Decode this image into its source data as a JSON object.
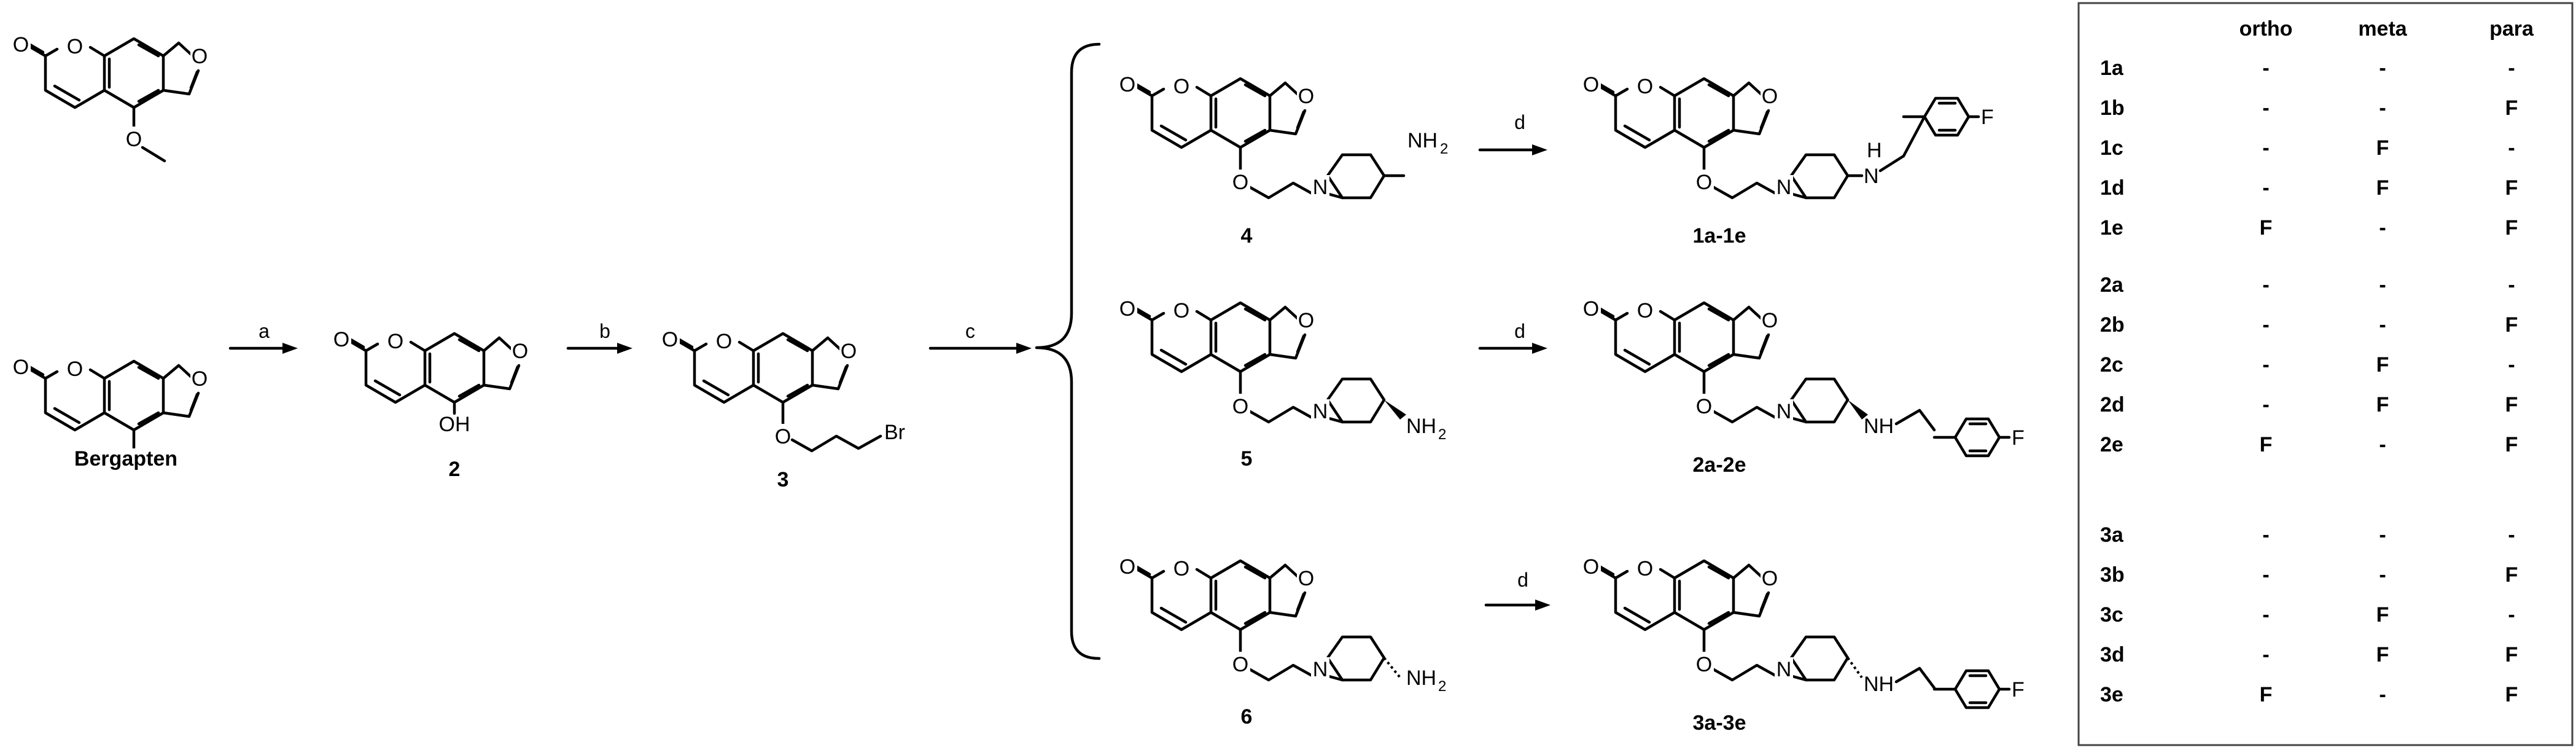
{
  "conditions": {
    "a": "a",
    "b": "b",
    "c": "c",
    "d1": "d",
    "d2": "d",
    "d3": "d"
  },
  "labels": {
    "bergapten": "Bergapten",
    "c2": "2",
    "c3": "3",
    "c4": "4",
    "c5": "5",
    "c6": "6",
    "p1": "1a-1e",
    "p2": "2a-2e",
    "p3": "3a-3e"
  },
  "atoms": {
    "O": "O",
    "OH": "OH",
    "Br": "Br",
    "N": "N",
    "NH": "NH",
    "H": "H",
    "NH2": "NH",
    "sub2": "2",
    "F": "F"
  },
  "table": {
    "columns": [
      "ortho",
      "meta",
      "para"
    ],
    "groups": [
      [
        {
          "id": "1a",
          "ortho": "-",
          "meta": "-",
          "para": "-"
        },
        {
          "id": "1b",
          "ortho": "-",
          "meta": "-",
          "para": "F"
        },
        {
          "id": "1c",
          "ortho": "-",
          "meta": "F",
          "para": "-"
        },
        {
          "id": "1d",
          "ortho": "-",
          "meta": "F",
          "para": "F"
        },
        {
          "id": "1e",
          "ortho": "F",
          "meta": "-",
          "para": "F"
        }
      ],
      [
        {
          "id": "2a",
          "ortho": "-",
          "meta": "-",
          "para": "-"
        },
        {
          "id": "2b",
          "ortho": "-",
          "meta": "-",
          "para": "F"
        },
        {
          "id": "2c",
          "ortho": "-",
          "meta": "F",
          "para": "-"
        },
        {
          "id": "2d",
          "ortho": "-",
          "meta": "F",
          "para": "F"
        },
        {
          "id": "2e",
          "ortho": "F",
          "meta": "-",
          "para": "F"
        }
      ],
      [
        {
          "id": "3a",
          "ortho": "-",
          "meta": "-",
          "para": "-"
        },
        {
          "id": "3b",
          "ortho": "-",
          "meta": "-",
          "para": "F"
        },
        {
          "id": "3c",
          "ortho": "-",
          "meta": "F",
          "para": "-"
        },
        {
          "id": "3d",
          "ortho": "-",
          "meta": "F",
          "para": "F"
        },
        {
          "id": "3e",
          "ortho": "F",
          "meta": "-",
          "para": "F"
        }
      ]
    ]
  }
}
